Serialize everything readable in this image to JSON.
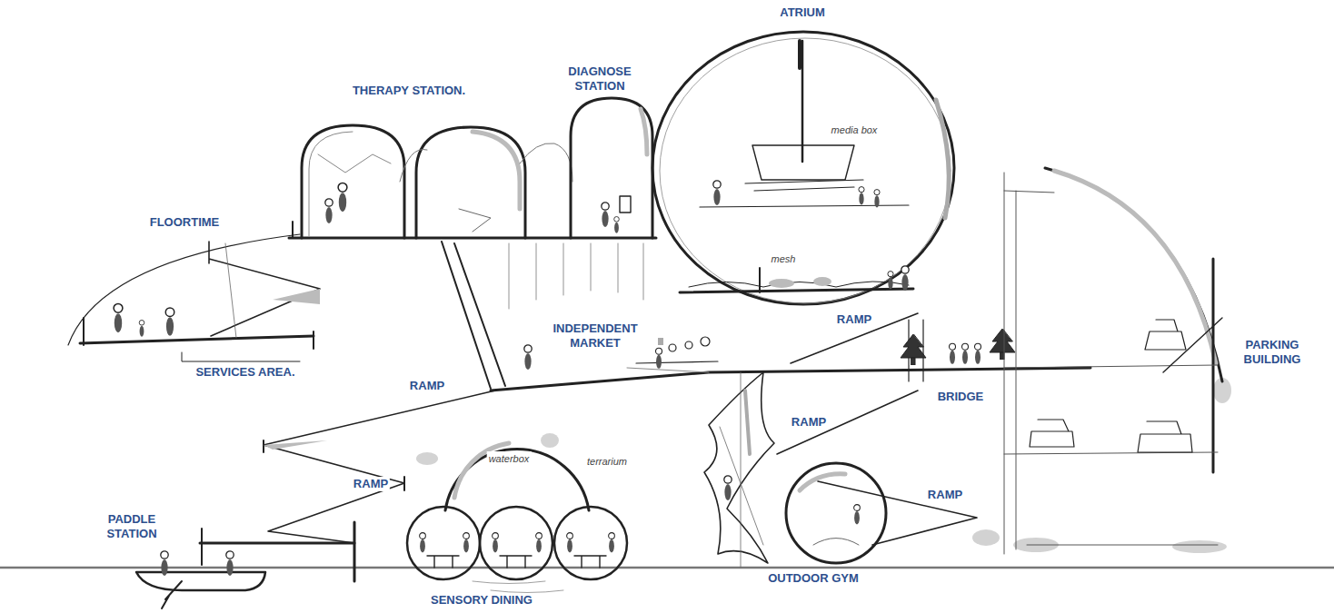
{
  "diagram": {
    "labels": [
      "ATRIUM",
      "THERAPY STATION.",
      "DIAGNOSE STATION",
      "media box",
      "FLOORTIME",
      "mesh",
      "INDEPENDENT MARKET",
      "RAMP",
      "PARKING BUILDING",
      "SERVICES AREA.",
      "RAMP",
      "BRIDGE",
      "waterbox",
      "RAMP",
      "terrarium",
      "RAMP",
      "RAMP",
      "PADDLE STATION",
      "OUTDOOR GYM",
      "SENSORY DINING"
    ]
  }
}
